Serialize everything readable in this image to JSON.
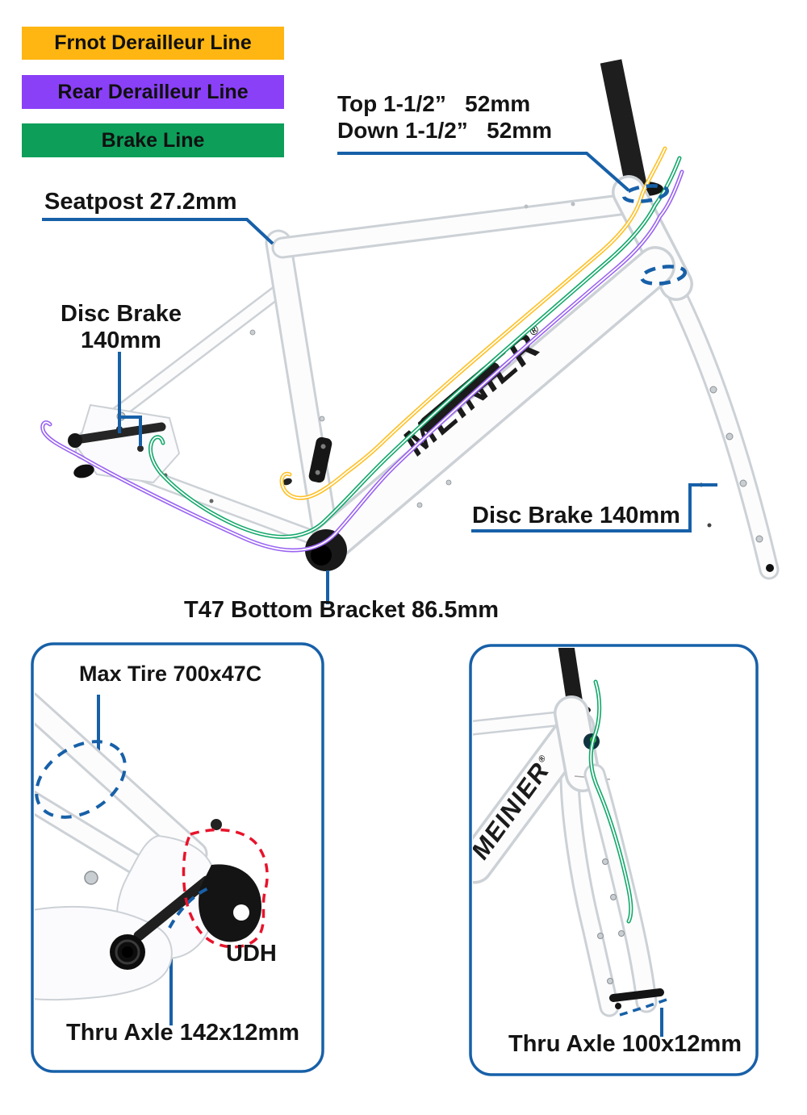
{
  "legend": {
    "items": [
      {
        "label": "Frnot Derailleur Line",
        "color": "#ffb612"
      },
      {
        "label": "Rear Derailleur Line",
        "color": "#8a40f7"
      },
      {
        "label": "Brake Line",
        "color": "#0d9e5a"
      }
    ]
  },
  "callouts": {
    "headset_top": "Top 1-1/2”   52mm",
    "headset_down": "Down 1-1/2”   52mm",
    "seatpost": "Seatpost 27.2mm",
    "rear_disc_line1": "Disc Brake",
    "rear_disc_line2": "140mm",
    "fork_disc": "Disc Brake 140mm",
    "bottom_bracket": "T47 Bottom Bracket 86.5mm"
  },
  "rear_panel": {
    "max_tire": "Max Tire 700x47C",
    "udh": "UDH",
    "thru_axle": "Thru Axle 142x12mm"
  },
  "fork_panel": {
    "thru_axle": "Thru Axle 100x12mm"
  },
  "brand": {
    "name": "MEINIER",
    "reg": "®"
  },
  "colors": {
    "front_derailleur_line": "#ffb612",
    "rear_derailleur_line": "#8a40f7",
    "brake_line": "#0d9e5a",
    "cable_yellow": "#ffc024",
    "cable_green": "#12a86a",
    "cable_purple": "#9a63f2",
    "leader_blue": "#1760a8",
    "udh_outline_red": "#e8132b",
    "frame_white": "#fcfcfd",
    "frame_edge": "#ccd1d6"
  }
}
